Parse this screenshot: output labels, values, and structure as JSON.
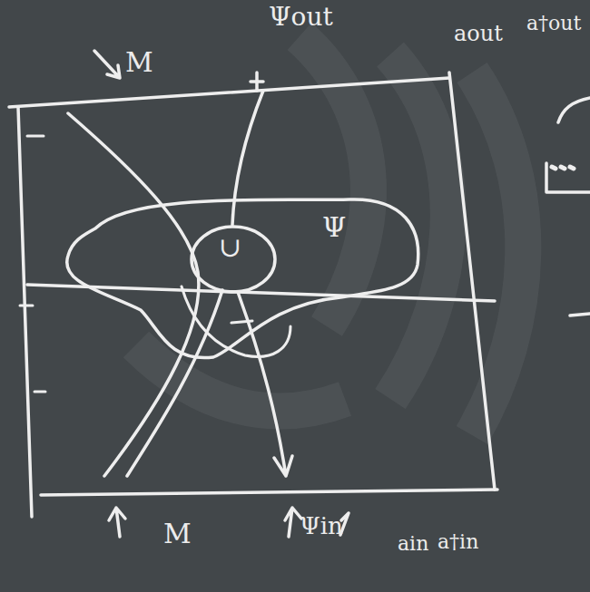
{
  "diagram": {
    "nodes": [
      {
        "text": [
          "Ψ"
        ]
      },
      {
        "text": [
          "∪"
        ],
        "in": 0
      }
    ],
    "labels": [
      "M",
      "Ψout",
      "aout",
      "a†out",
      "M",
      "Ψin",
      "ain",
      "a†in"
    ]
  }
}
